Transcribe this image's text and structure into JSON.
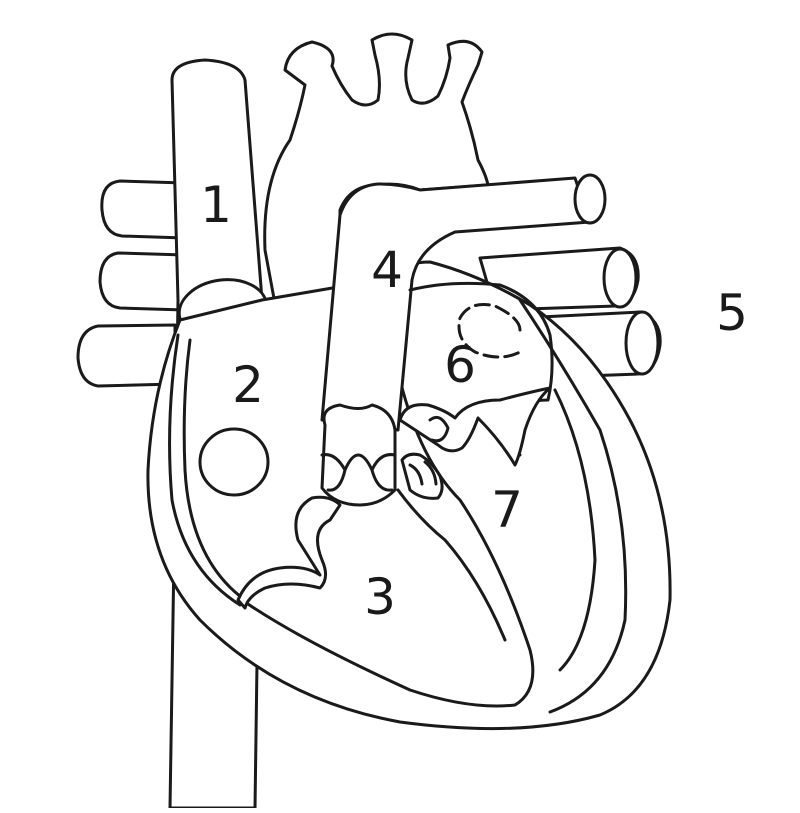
{
  "diagram": {
    "labels": [
      {
        "id": "1",
        "text": "1"
      },
      {
        "id": "2",
        "text": "2"
      },
      {
        "id": "3",
        "text": "3"
      },
      {
        "id": "4",
        "text": "4"
      },
      {
        "id": "5",
        "text": "5"
      },
      {
        "id": "6",
        "text": "6"
      },
      {
        "id": "7",
        "text": "7"
      }
    ],
    "colors": {
      "line": "#1a1a1a",
      "background": "#ffffff"
    }
  }
}
